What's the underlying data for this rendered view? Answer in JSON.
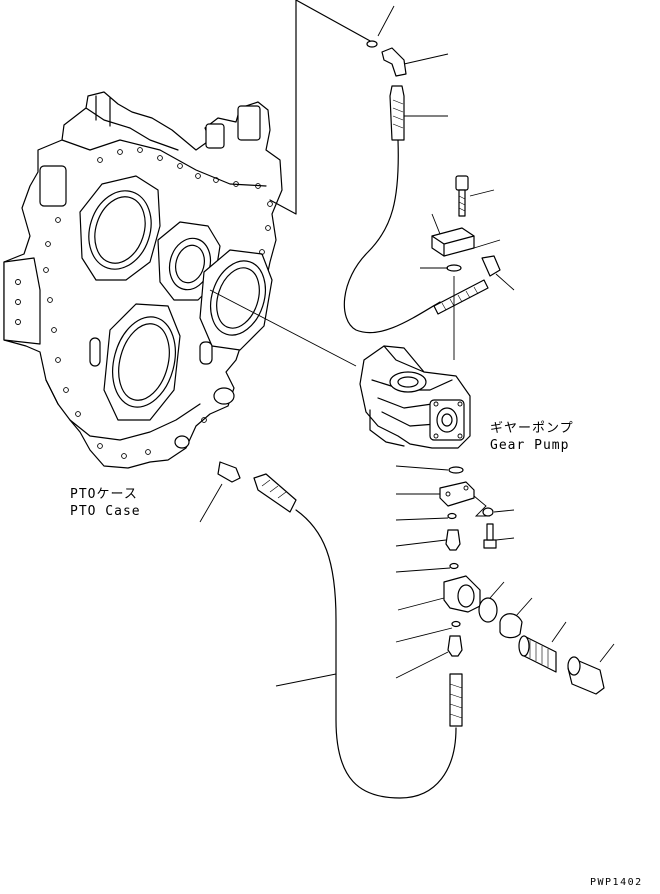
{
  "labels": {
    "pto_case_jp": "PTOケース",
    "pto_case_en": "PTO Case",
    "gear_pump_jp": "ギヤーポンプ",
    "gear_pump_en": "Gear Pump",
    "drawing_code": "PWP1402"
  }
}
